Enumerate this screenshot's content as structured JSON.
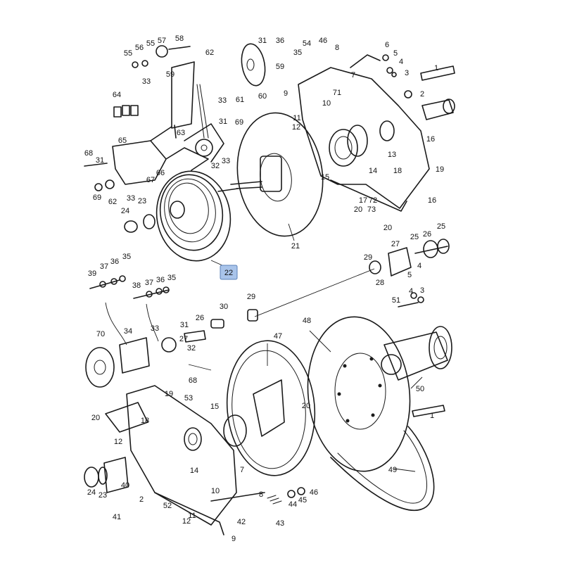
{
  "diagram": {
    "highlighted_label": "22",
    "labels": [
      {
        "id": "l58",
        "text": "58"
      },
      {
        "id": "l57",
        "text": "57"
      },
      {
        "id": "l56",
        "text": "56"
      },
      {
        "id": "l55a",
        "text": "55"
      },
      {
        "id": "l55b",
        "text": "55"
      },
      {
        "id": "l62a",
        "text": "62"
      },
      {
        "id": "l59a",
        "text": "59"
      },
      {
        "id": "l33a",
        "text": "33"
      },
      {
        "id": "l61",
        "text": "61"
      },
      {
        "id": "l33b",
        "text": "33"
      },
      {
        "id": "l31a",
        "text": "31"
      },
      {
        "id": "l64",
        "text": "64"
      },
      {
        "id": "l63",
        "text": "63"
      },
      {
        "id": "l32a",
        "text": "32"
      },
      {
        "id": "l33c",
        "text": "33"
      },
      {
        "id": "l69a",
        "text": "69"
      },
      {
        "id": "l65",
        "text": "65"
      },
      {
        "id": "l68a",
        "text": "68"
      },
      {
        "id": "l31b",
        "text": "31"
      },
      {
        "id": "l66",
        "text": "66"
      },
      {
        "id": "l67",
        "text": "67"
      },
      {
        "id": "l33d",
        "text": "33"
      },
      {
        "id": "l69b",
        "text": "69"
      },
      {
        "id": "l62b",
        "text": "62"
      },
      {
        "id": "l24a",
        "text": "24"
      },
      {
        "id": "l23a",
        "text": "23"
      },
      {
        "id": "l31c",
        "text": "31"
      },
      {
        "id": "l36a",
        "text": "36"
      },
      {
        "id": "l35a",
        "text": "35"
      },
      {
        "id": "l54",
        "text": "54"
      },
      {
        "id": "l46a",
        "text": "46"
      },
      {
        "id": "l8a",
        "text": "8"
      },
      {
        "id": "l59b",
        "text": "59"
      },
      {
        "id": "l7a",
        "text": "7"
      },
      {
        "id": "l60",
        "text": "60"
      },
      {
        "id": "l9a",
        "text": "9"
      },
      {
        "id": "l71",
        "text": "71"
      },
      {
        "id": "l10a",
        "text": "10"
      },
      {
        "id": "l11a",
        "text": "11"
      },
      {
        "id": "l12a",
        "text": "12"
      },
      {
        "id": "l6",
        "text": "6"
      },
      {
        "id": "l5a",
        "text": "5"
      },
      {
        "id": "l4a",
        "text": "4"
      },
      {
        "id": "l3a",
        "text": "3"
      },
      {
        "id": "l1a",
        "text": "1"
      },
      {
        "id": "l2a",
        "text": "2"
      },
      {
        "id": "l16a",
        "text": "16"
      },
      {
        "id": "l13",
        "text": "13"
      },
      {
        "id": "l14a",
        "text": "14"
      },
      {
        "id": "l15a",
        "text": "15"
      },
      {
        "id": "l18a",
        "text": "18"
      },
      {
        "id": "l19a",
        "text": "19"
      },
      {
        "id": "l17",
        "text": "17"
      },
      {
        "id": "l72",
        "text": "72"
      },
      {
        "id": "l73",
        "text": "73"
      },
      {
        "id": "l16b",
        "text": "16"
      },
      {
        "id": "l20a",
        "text": "20"
      },
      {
        "id": "l20b",
        "text": "20"
      },
      {
        "id": "l21",
        "text": "21"
      },
      {
        "id": "l27",
        "text": "27"
      },
      {
        "id": "l26a",
        "text": "26"
      },
      {
        "id": "l25a",
        "text": "25"
      },
      {
        "id": "l25b",
        "text": "25"
      },
      {
        "id": "l29a",
        "text": "29"
      },
      {
        "id": "l4b",
        "text": "4"
      },
      {
        "id": "l5b",
        "text": "5"
      },
      {
        "id": "l28",
        "text": "28"
      },
      {
        "id": "l4c",
        "text": "4"
      },
      {
        "id": "l3b",
        "text": "3"
      },
      {
        "id": "l51",
        "text": "51"
      },
      {
        "id": "l39",
        "text": "39"
      },
      {
        "id": "l37a",
        "text": "37"
      },
      {
        "id": "l36b",
        "text": "36"
      },
      {
        "id": "l35b",
        "text": "35"
      },
      {
        "id": "l38",
        "text": "38"
      },
      {
        "id": "l37b",
        "text": "37"
      },
      {
        "id": "l36c",
        "text": "36"
      },
      {
        "id": "l35c",
        "text": "35"
      },
      {
        "id": "l29b",
        "text": "29"
      },
      {
        "id": "l30",
        "text": "30"
      },
      {
        "id": "l26b",
        "text": "26"
      },
      {
        "id": "l31d",
        "text": "31"
      },
      {
        "id": "l34",
        "text": "34"
      },
      {
        "id": "l33e",
        "text": "33"
      },
      {
        "id": "l27b",
        "text": "27"
      },
      {
        "id": "l32b",
        "text": "32"
      },
      {
        "id": "l70",
        "text": "70"
      },
      {
        "id": "l47",
        "text": "47"
      },
      {
        "id": "l48",
        "text": "48"
      },
      {
        "id": "l68b",
        "text": "68"
      },
      {
        "id": "l50",
        "text": "50"
      },
      {
        "id": "l1b",
        "text": "1"
      },
      {
        "id": "l19b",
        "text": "19"
      },
      {
        "id": "l53",
        "text": "53"
      },
      {
        "id": "l20c",
        "text": "20"
      },
      {
        "id": "l18b",
        "text": "18"
      },
      {
        "id": "l15b",
        "text": "15"
      },
      {
        "id": "l20d",
        "text": "20"
      },
      {
        "id": "l12b",
        "text": "12"
      },
      {
        "id": "l14b",
        "text": "14"
      },
      {
        "id": "l49",
        "text": "49"
      },
      {
        "id": "l24b",
        "text": "24"
      },
      {
        "id": "l23b",
        "text": "23"
      },
      {
        "id": "l40",
        "text": "40"
      },
      {
        "id": "l7b",
        "text": "7"
      },
      {
        "id": "l2b",
        "text": "2"
      },
      {
        "id": "l8b",
        "text": "8"
      },
      {
        "id": "l10b",
        "text": "10"
      },
      {
        "id": "l46b",
        "text": "46"
      },
      {
        "id": "l45",
        "text": "45"
      },
      {
        "id": "l44",
        "text": "44"
      },
      {
        "id": "l52",
        "text": "52"
      },
      {
        "id": "l41",
        "text": "41"
      },
      {
        "id": "l11b",
        "text": "11"
      },
      {
        "id": "l12c",
        "text": "12"
      },
      {
        "id": "l42",
        "text": "42"
      },
      {
        "id": "l43",
        "text": "43"
      },
      {
        "id": "l9b",
        "text": "9"
      }
    ]
  }
}
